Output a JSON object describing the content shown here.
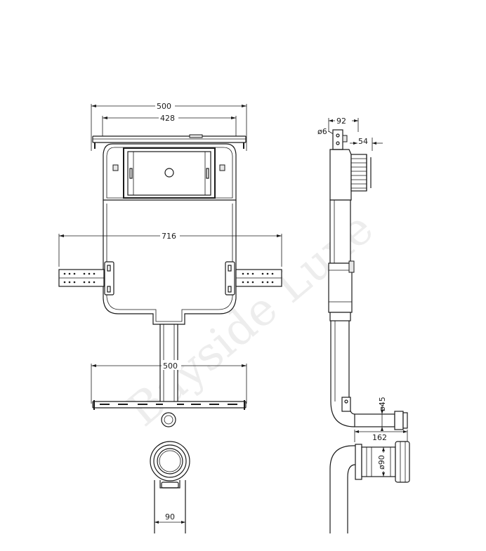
{
  "front_view": {
    "dim_overall_width": "500",
    "dim_frame_width": "428",
    "dim_wing_span": "716",
    "dim_base_width": "500",
    "dim_outlet_width": "90"
  },
  "side_view": {
    "dim_depth": "92",
    "dim_rod": "ø6",
    "dim_flush_pipe": "54",
    "dim_pipe_dia": "ø45",
    "dim_pipe_len": "162",
    "dim_outlet_dia": "ø90"
  },
  "watermark": "Bayside Luxe",
  "colors": {
    "line": "#1a1a1a",
    "background": "#ffffff",
    "watermark": "#d9d9d9"
  }
}
